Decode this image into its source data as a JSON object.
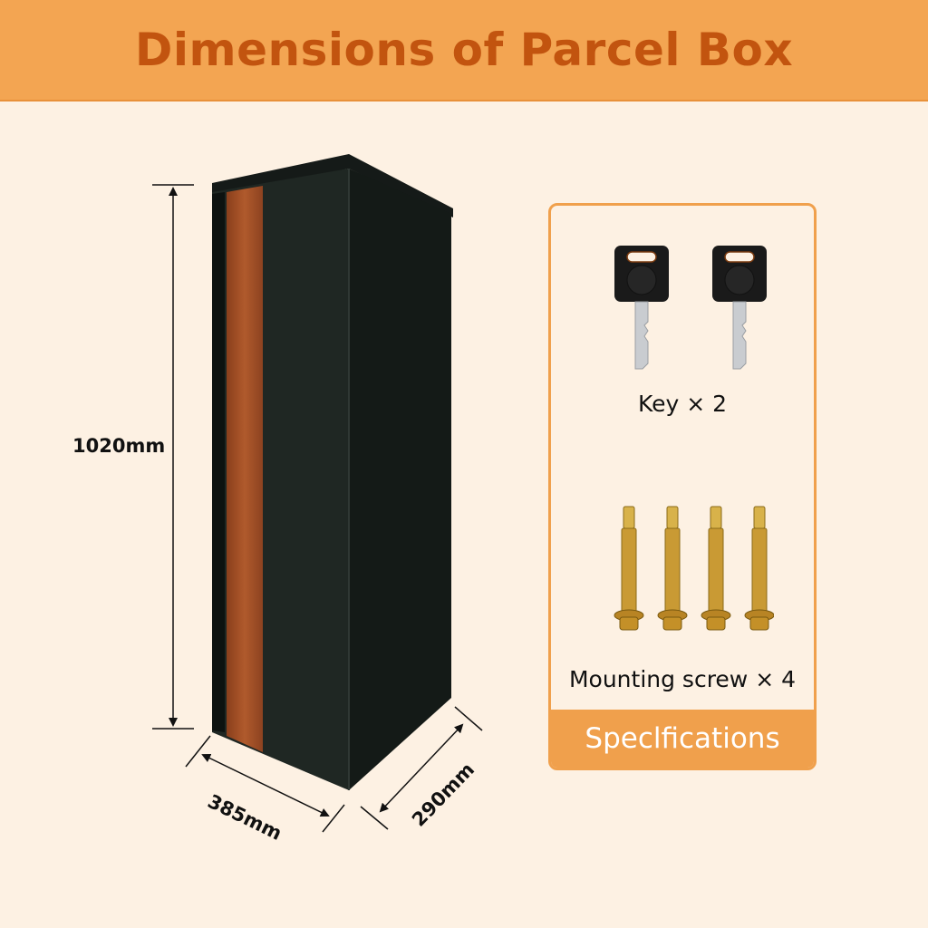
{
  "header": {
    "title": "Dimensions of Parcel Box",
    "background": "#f3a552",
    "title_color": "#c2540f"
  },
  "dimensions": {
    "height": "1020mm",
    "width": "385mm",
    "depth": "290mm"
  },
  "product": {
    "body_color": "#1c2420",
    "accent_color": "#a0522d"
  },
  "specifications": {
    "items": [
      {
        "icon": "key-icon",
        "label": "Key × 2",
        "count": 2
      },
      {
        "icon": "screw-icon",
        "label": "Mounting screw × 4",
        "count": 4
      }
    ],
    "footer_label": "Speclfications",
    "border_color": "#f0a04c"
  }
}
